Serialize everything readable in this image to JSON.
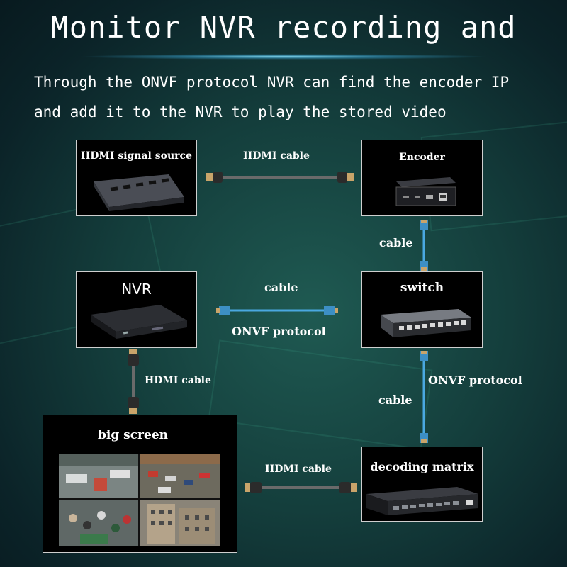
{
  "title": "Monitor NVR recording and",
  "description": {
    "line1": "Through the ONVF protocol NVR can find the encoder IP",
    "line2": "and add it to the NVR to play the stored video"
  },
  "nodes": {
    "hdmi_source": "HDMI signal source",
    "encoder": "Encoder",
    "nvr": "NVR",
    "switch": "switch",
    "big_screen": "big screen",
    "decoding_matrix": "decoding matrix"
  },
  "links": {
    "source_encoder": "HDMI cable",
    "encoder_switch": "cable",
    "nvr_switch_top": "cable",
    "nvr_switch_bottom": "ONVF protocol",
    "nvr_screen": "HDMI cable",
    "switch_matrix_protocol": "ONVF protocol",
    "switch_matrix_cable": "cable",
    "matrix_screen": "HDMI cable"
  },
  "colors": {
    "background": "#143e3c",
    "box": "#000000",
    "network_cable": "#4aa8e0",
    "hdmi_cable": "#6a6a6a",
    "connector_gold": "#c9a46a"
  }
}
